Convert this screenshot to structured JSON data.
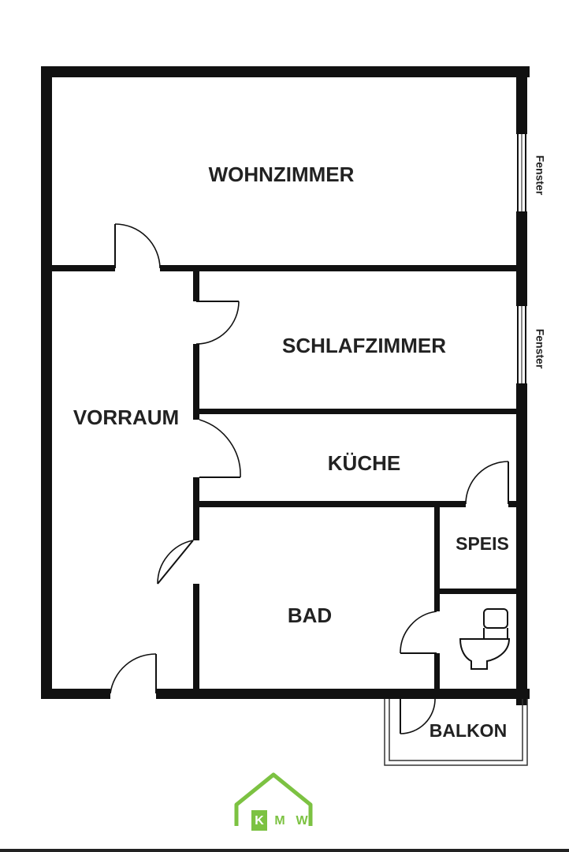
{
  "rooms": {
    "wohnzimmer": "WOHNZIMMER",
    "schlafzimmer": "SCHLAFZIMMER",
    "vorraum": "VORRAUM",
    "kueche": "KÜCHE",
    "speis": "SPEIS",
    "bad": "BAD",
    "balkon": "BALKON"
  },
  "windows": {
    "wohnzimmer": "Fenster",
    "schlafzimmer": "Fenster"
  },
  "logo": {
    "letter_1": "K",
    "letter_2": "M",
    "letter_3": "W",
    "color": "#7cc242"
  }
}
